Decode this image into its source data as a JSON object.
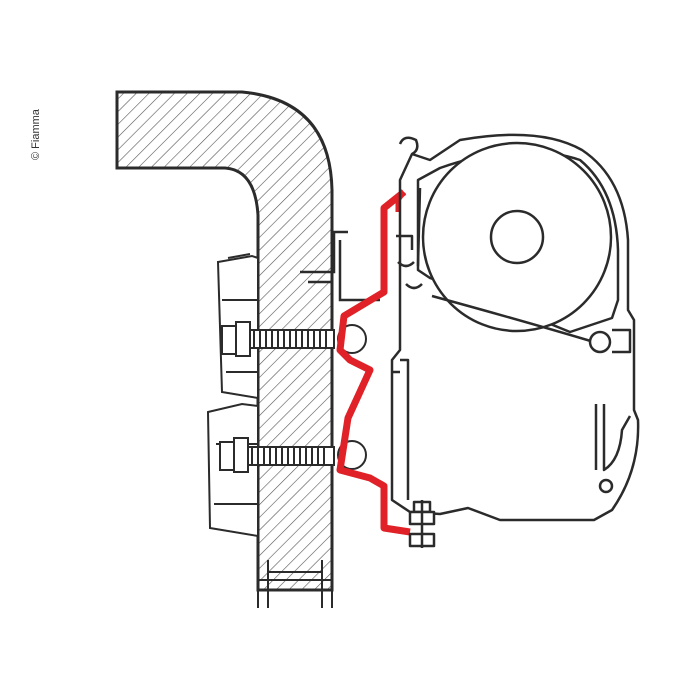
{
  "copyright": "© Fiamma",
  "colors": {
    "bracket": "#e02127",
    "outline": "#2b2b2b",
    "hatch": "#555555",
    "background": "#ffffff"
  },
  "icons": [
    "wall-profile",
    "awning-cassette",
    "adapter-bracket",
    "bolt",
    "nut"
  ]
}
